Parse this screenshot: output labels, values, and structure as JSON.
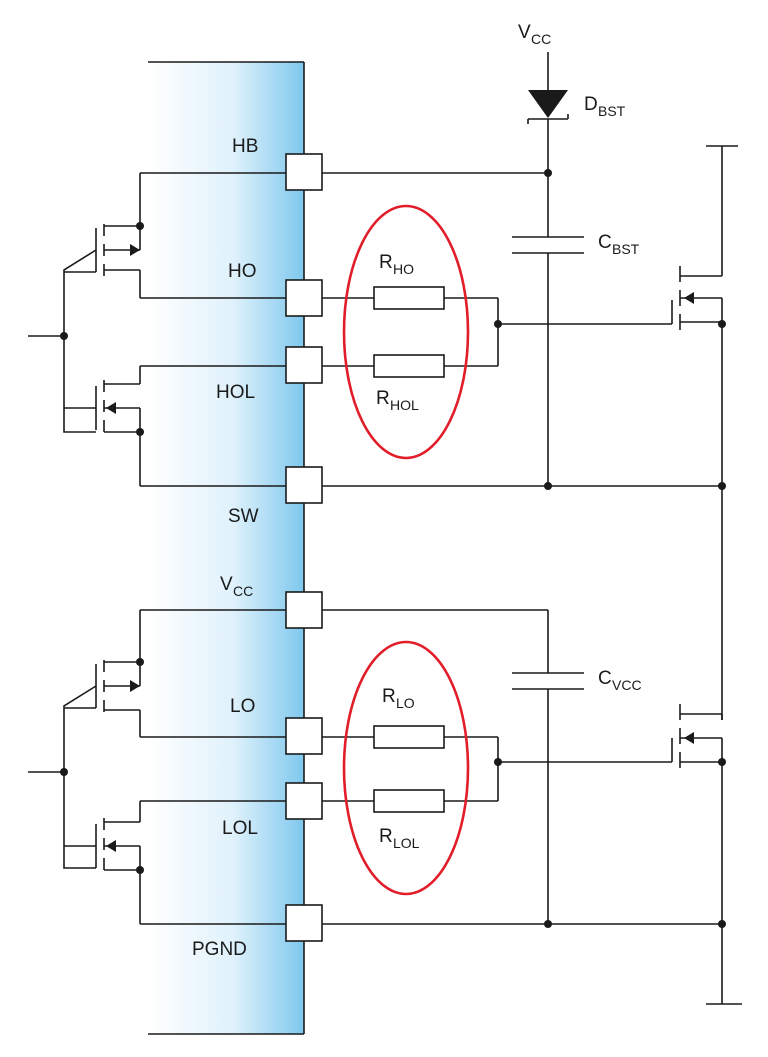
{
  "pins": {
    "hb": "HB",
    "ho": "HO",
    "hol": "HOL",
    "sw": "SW",
    "vcc_main": "V",
    "vcc_sub": "CC",
    "lo": "LO",
    "lol": "LOL",
    "pgnd": "PGND"
  },
  "components": {
    "vcc_top_main": "V",
    "vcc_top_sub": "CC",
    "dbst_main": "D",
    "dbst_sub": "BST",
    "cbst_main": "C",
    "cbst_sub": "BST",
    "cvcc_main": "C",
    "cvcc_sub": "VCC",
    "rho_main": "R",
    "rho_sub": "HO",
    "rhol_main": "R",
    "rhol_sub": "HOL",
    "rlo_main": "R",
    "rlo_sub": "LO",
    "rlol_main": "R",
    "rlol_sub": "LOL"
  },
  "colors": {
    "chip_gradient_start": "#ffffff",
    "chip_gradient_end": "#7ec8ee",
    "highlight_ellipse": "#e11d2a",
    "wire": "#1a1a1a"
  }
}
